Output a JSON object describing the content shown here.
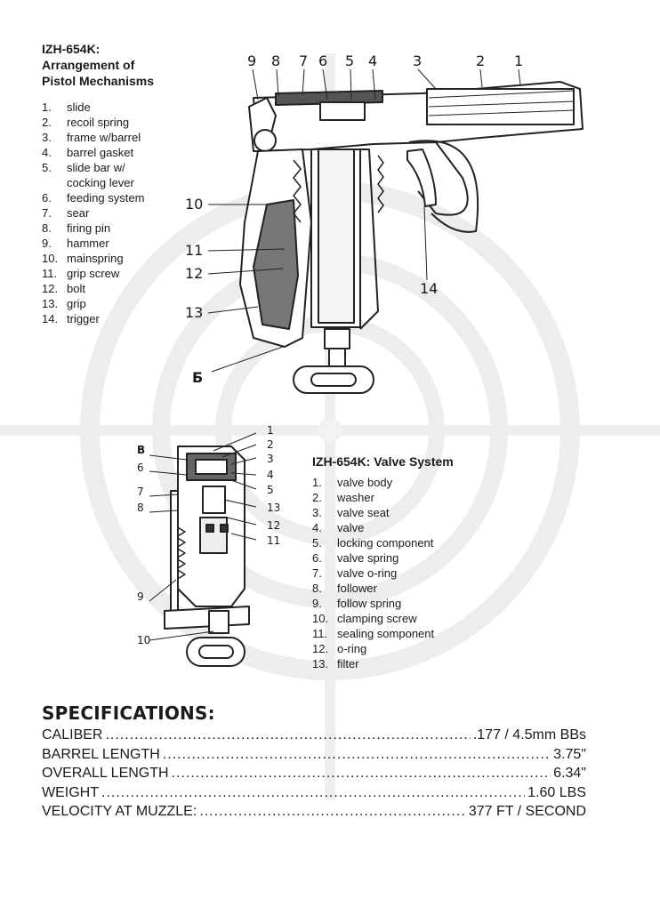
{
  "mechanisms": {
    "title": "IZH-654K:\nArrangement of\nPistol Mechanisms",
    "items": [
      {
        "num": "1.",
        "label": "slide"
      },
      {
        "num": "2.",
        "label": "recoil spring"
      },
      {
        "num": "3.",
        "label": "frame w/barrel"
      },
      {
        "num": "4.",
        "label": "barrel gasket"
      },
      {
        "num": "5.",
        "label": "slide bar w/\ncocking lever"
      },
      {
        "num": "6.",
        "label": "feeding system"
      },
      {
        "num": "7.",
        "label": "sear"
      },
      {
        "num": "8.",
        "label": "firing pin"
      },
      {
        "num": "9.",
        "label": "hammer"
      },
      {
        "num": "10.",
        "label": "mainspring"
      },
      {
        "num": "11.",
        "label": "grip screw"
      },
      {
        "num": "12.",
        "label": "bolt"
      },
      {
        "num": "13.",
        "label": "grip"
      },
      {
        "num": "14.",
        "label": "trigger"
      }
    ],
    "callouts": [
      "9",
      "8",
      "7",
      "6",
      "5",
      "4",
      "3",
      "2",
      "1",
      "10",
      "11",
      "12",
      "13",
      "14",
      "Б"
    ]
  },
  "valve": {
    "title": "IZH-654K: Valve System",
    "items": [
      {
        "num": "1.",
        "label": "valve body"
      },
      {
        "num": "2.",
        "label": "washer"
      },
      {
        "num": "3.",
        "label": "valve seat"
      },
      {
        "num": "4.",
        "label": "valve"
      },
      {
        "num": "5.",
        "label": "locking component"
      },
      {
        "num": "6.",
        "label": "valve spring"
      },
      {
        "num": "7.",
        "label": "valve o-ring"
      },
      {
        "num": "8.",
        "label": "follower"
      },
      {
        "num": "9.",
        "label": "follow spring"
      },
      {
        "num": "10.",
        "label": "clamping screw"
      },
      {
        "num": "11.",
        "label": "sealing somponent"
      },
      {
        "num": "12.",
        "label": "o-ring"
      },
      {
        "num": "13.",
        "label": "filter"
      }
    ],
    "callouts": [
      "В",
      "1",
      "2",
      "3",
      "4",
      "5",
      "13",
      "12",
      "11",
      "6",
      "7",
      "8",
      "9",
      "10"
    ]
  },
  "specifications": {
    "heading": "SPECIFICATIONS:",
    "rows": [
      {
        "label": "CALIBER",
        "value": ".177 / 4.5mm BBs"
      },
      {
        "label": "BARREL LENGTH",
        "value": "3.75\""
      },
      {
        "label": "OVERALL LENGTH",
        "value": "6.34\""
      },
      {
        "label": "WEIGHT",
        "value": "1.60 LBS"
      },
      {
        "label": "VELOCITY AT MUZZLE:",
        "value": "377 FT / SECOND"
      }
    ]
  }
}
